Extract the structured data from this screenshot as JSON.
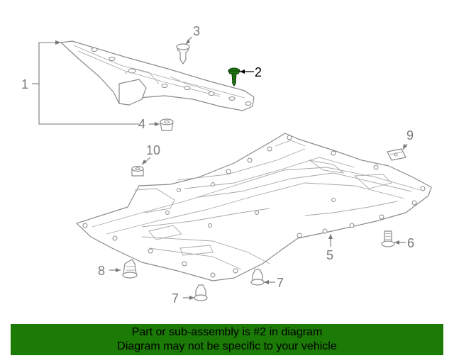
{
  "diagram": {
    "highlight_part": "2",
    "highlight_color": "#1f7a12",
    "callouts": {
      "c1": "1",
      "c2": "2",
      "c3": "3",
      "c4": "4",
      "c5": "5",
      "c6": "6",
      "c7a": "7",
      "c7b": "7",
      "c8": "8",
      "c9": "9",
      "c10": "10"
    }
  },
  "banner": {
    "background_color": "#1c7a06",
    "line1": "Part or sub-assembly is #2 in diagram",
    "line2": "Diagram may not be specific to your vehicle"
  }
}
